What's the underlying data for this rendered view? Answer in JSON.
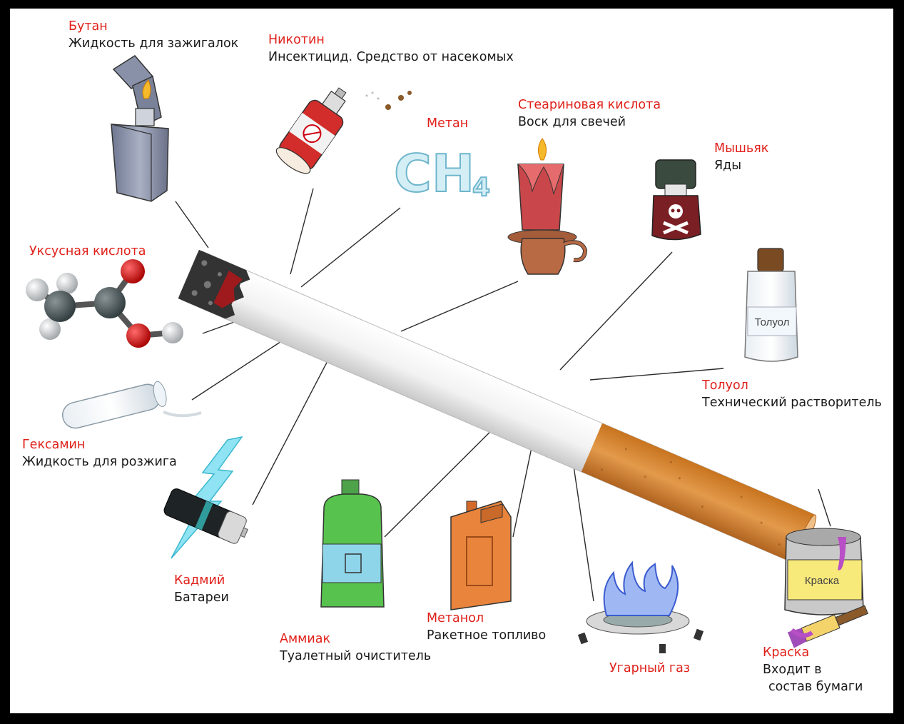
{
  "diagram": {
    "center": "cigarette",
    "items": [
      {
        "id": "butane",
        "name": "Бутан",
        "desc": "Жидкость для зажигалок",
        "icon": "lighter-icon"
      },
      {
        "id": "nicotine",
        "name": "Никотин",
        "desc": "Инсектицид. Средство от насекомых",
        "icon": "insecticide-spray-icon"
      },
      {
        "id": "methane",
        "name": "Метан",
        "formula": "CH4",
        "icon": "ch4-formula-icon"
      },
      {
        "id": "stearic",
        "name": "Стеариновая кислота",
        "desc": "Воск для свечей",
        "icon": "candle-icon"
      },
      {
        "id": "arsenic",
        "name": "Мышьяк",
        "desc": "Яды",
        "icon": "poison-bottle-icon"
      },
      {
        "id": "acetic",
        "name": "Уксусная кислота",
        "icon": "molecule-icon"
      },
      {
        "id": "toluene",
        "name": "Толуол",
        "desc": "Технический растворитель",
        "bottle_label": "Толуол",
        "icon": "toluene-bottle-icon"
      },
      {
        "id": "hexamine",
        "name": "Гексамин",
        "desc": "Жидкость для розжига",
        "icon": "test-tube-icon"
      },
      {
        "id": "cadmium",
        "name": "Кадмий",
        "desc": "Батареи",
        "icon": "battery-icon"
      },
      {
        "id": "ammonia",
        "name": "Аммиак",
        "desc": "Туалетный очиститель",
        "icon": "cleaner-bottle-icon"
      },
      {
        "id": "methanol",
        "name": "Метанол",
        "desc": "Ракетное топливо",
        "icon": "jerrycan-icon"
      },
      {
        "id": "co",
        "name": "Угарный газ",
        "icon": "gas-flame-icon"
      },
      {
        "id": "paint",
        "name": "Краска",
        "desc_line1": "Входит в",
        "desc_line2": "состав бумаги",
        "can_label": "Краска",
        "icon": "paint-can-icon"
      }
    ]
  },
  "colors": {
    "label_red": "#e0201a",
    "text": "#1a1a1a",
    "filter": "#d98a3a",
    "paper": "#f4f4f4",
    "background": "#000000"
  }
}
